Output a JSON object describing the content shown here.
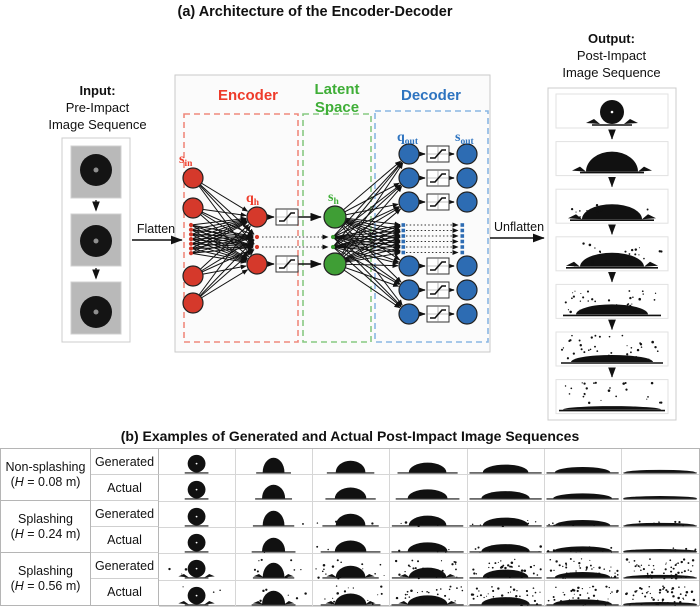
{
  "panel_a": {
    "title": "(a) Architecture of the Encoder-Decoder",
    "input_header": {
      "line1": "Input:",
      "line2": "Pre-Impact",
      "line3": "Image Sequence"
    },
    "output_header": {
      "line1": "Output:",
      "line2": "Post-Impact",
      "line3": "Image Sequence"
    },
    "flatten_label": "Flatten",
    "unflatten_label": "Unflatten",
    "sections": {
      "encoder": {
        "label": "Encoder",
        "color": "#ee3b2a"
      },
      "latent": {
        "line1": "Latent",
        "line2": "Space",
        "color": "#3fae37"
      },
      "decoder": {
        "label": "Decoder",
        "color": "#2e74c0"
      }
    },
    "node_labels": {
      "s_in": {
        "base": "s",
        "sub": "in"
      },
      "q_h": {
        "base": "q",
        "sub": "h"
      },
      "s_h": {
        "base": "s",
        "sub": "h"
      },
      "q_out": {
        "base": "q",
        "sub": "out"
      },
      "s_out": {
        "base": "s",
        "sub": "out"
      }
    },
    "colors": {
      "node_red": "#d5392b",
      "node_green": "#3f9e35",
      "node_blue": "#2d6cb3",
      "dash_red": "#f0897c",
      "dash_green": "#88c982",
      "dash_blue": "#8ab7e3",
      "line_black": "#111111"
    },
    "input_frame_count": 3,
    "output_frame_count": 7
  },
  "panel_b": {
    "title": "(b) Examples of Generated and Actual Post-Impact Image Sequences",
    "frame_columns": 7,
    "row_groups": [
      {
        "condition": "Non-splashing",
        "h_open": "(",
        "h_var": "H",
        "h_rest": " = 0.08 m)",
        "rows": [
          "Generated",
          "Actual"
        ]
      },
      {
        "condition": "Splashing",
        "h_open": "(",
        "h_var": "H",
        "h_rest": " = 0.24 m)",
        "rows": [
          "Generated",
          "Actual"
        ]
      },
      {
        "condition": "Splashing",
        "h_open": "(",
        "h_var": "H",
        "h_rest": " = 0.56 m)",
        "rows": [
          "Generated",
          "Actual"
        ]
      }
    ]
  }
}
